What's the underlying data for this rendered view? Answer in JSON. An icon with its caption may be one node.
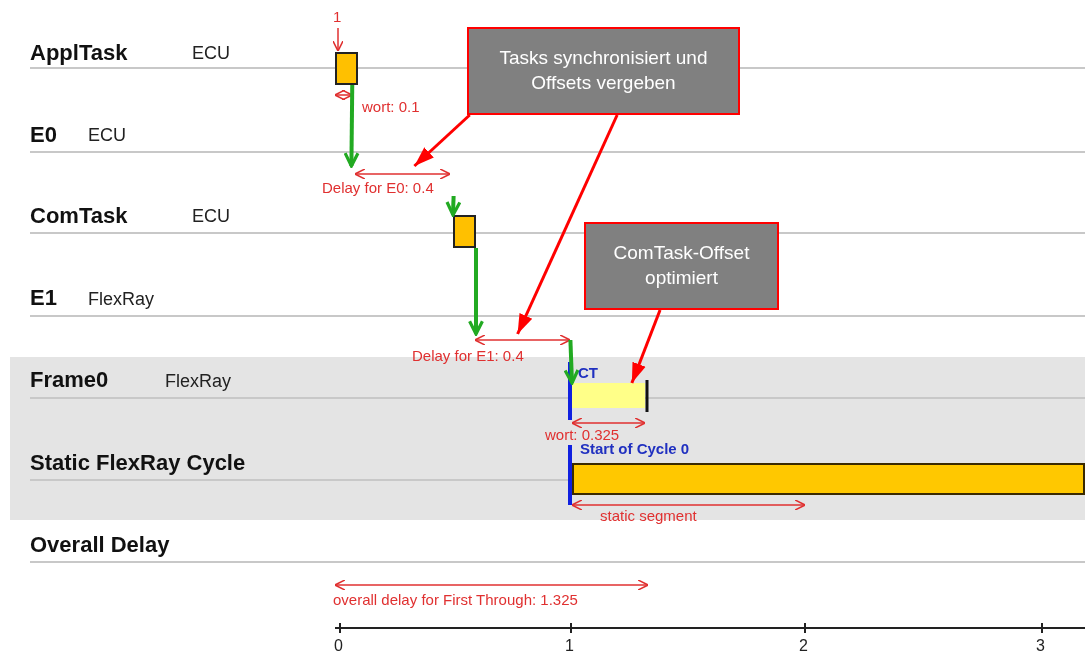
{
  "diagram": {
    "nodes": [
      {
        "text": [
          "Tasks synchronisiert und Offsets vergeben"
        ]
      },
      {
        "text": [
          "ComTask-Offset optimiert"
        ]
      },
      {
        "text": [],
        "shape": "box",
        "beside": [
          "wort: 0.1"
        ]
      },
      {
        "text": [],
        "shape": "box"
      },
      {
        "text": [],
        "shape": "bar"
      },
      {
        "text": [],
        "shape": "bar",
        "beside": [
          "Start of Cycle 0"
        ]
      },
      {
        "text": [
          "Delay for E0: 0.4"
        ]
      },
      {
        "text": [
          "Delay for E1: 0.4"
        ]
      }
    ],
    "edges": [
      {
        "from": 2,
        "to": 6,
        "arrow": "to",
        "color": "#22aa22"
      },
      {
        "from": 6,
        "to": 3,
        "arrow": "to",
        "color": "#22aa22"
      },
      {
        "from": 3,
        "to": 7,
        "arrow": "to",
        "color": "#22aa22"
      },
      {
        "from": 7,
        "to": 4,
        "arrow": "to",
        "color": "#22aa22"
      },
      {
        "from": 0,
        "to": 6,
        "arrow": "to",
        "color": "#ff0000"
      },
      {
        "from": 0,
        "to": 7,
        "arrow": "to",
        "color": "#ff0000"
      },
      {
        "from": 1,
        "to": 4,
        "arrow": "to",
        "color": "#ff0000"
      }
    ],
    "labels": [
      "ApplTask",
      "ECU",
      "E0",
      "ECU",
      "ComTask",
      "ECU",
      "E1",
      "FlexRay",
      "Frame0",
      "FlexRay",
      "Static FlexRay Cycle",
      "Overall Delay",
      "1",
      "CT",
      "wort: 0.325",
      "static segment",
      "overall delay for First Through: 1.325",
      "0",
      "1",
      "2",
      "3"
    ]
  }
}
